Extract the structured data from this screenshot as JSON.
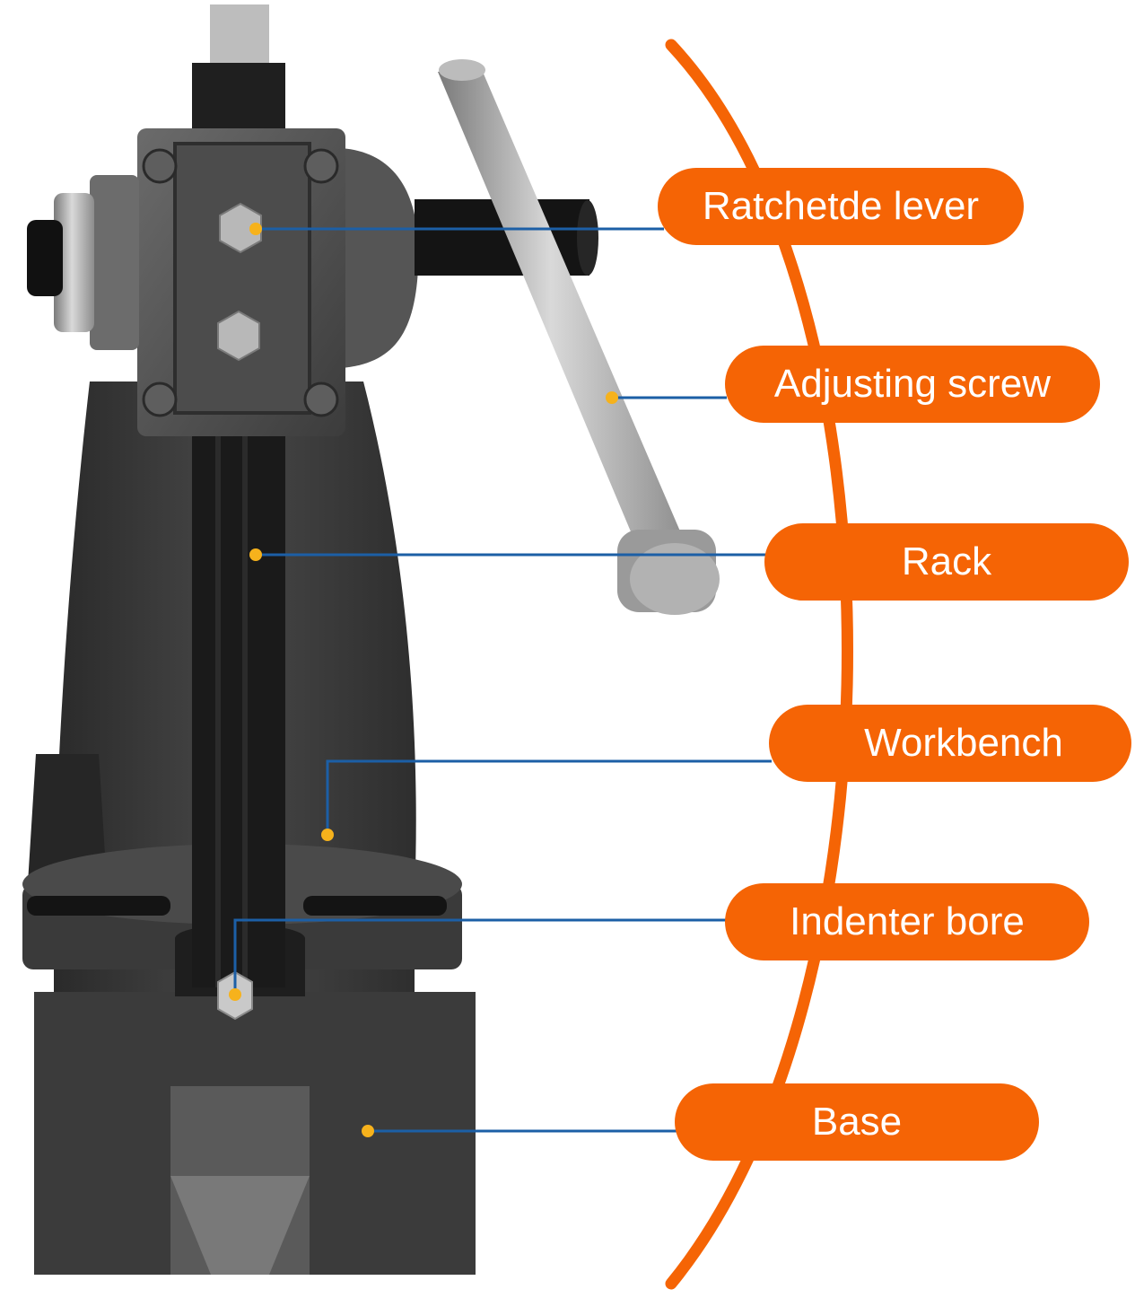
{
  "callouts": [
    {
      "label": "Ratchetde lever"
    },
    {
      "label": "Adjusting screw"
    },
    {
      "label": "Rack"
    },
    {
      "label": "Workbench"
    },
    {
      "label": "Indenter bore"
    },
    {
      "label": "Base"
    }
  ],
  "colors": {
    "callout_fill": "#f56405",
    "callout_text": "#ffffff",
    "leader_line": "#1c5fa6",
    "anchor_dot": "#f6b21c",
    "press_body": "#3d3d3d",
    "background": "#ffffff"
  }
}
